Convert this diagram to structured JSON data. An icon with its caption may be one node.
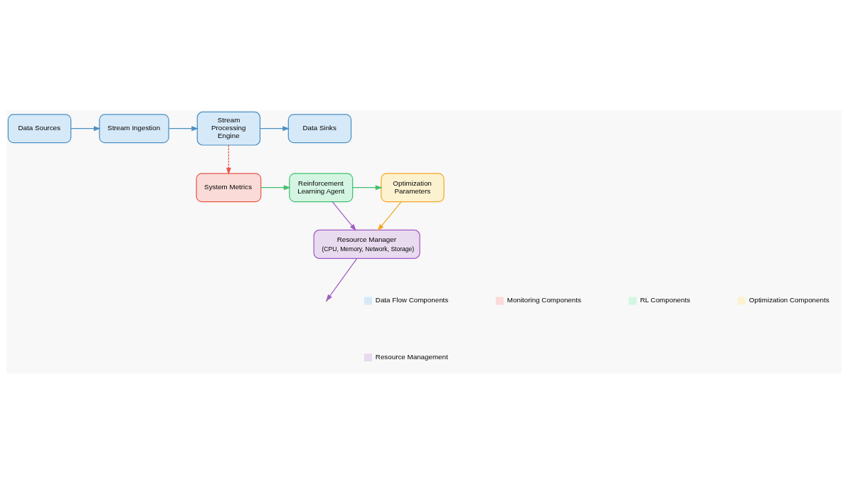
{
  "diagram": {
    "nodes": [
      {
        "text": [
          "Data Sources"
        ]
      },
      {
        "text": [
          "Stream Ingestion"
        ]
      },
      {
        "text": [
          "Stream Processing Engine"
        ]
      },
      {
        "text": [
          "Data Sinks"
        ]
      },
      {
        "text": [
          "System Metrics"
        ]
      },
      {
        "text": [
          "Reinforcement Learning Agent"
        ]
      },
      {
        "text": [
          "Optimization Parameters"
        ]
      },
      {
        "text": [
          "Resource Manager",
          "(CPU, Memory, Network, Storage)"
        ]
      }
    ],
    "edges": [
      {
        "from": 0,
        "to": 1,
        "arrow": "to"
      },
      {
        "from": 1,
        "to": 2,
        "arrow": "to"
      },
      {
        "from": 2,
        "to": 3,
        "arrow": "to"
      },
      {
        "from": 2,
        "to": 4,
        "arrow": "to",
        "style": "dashed",
        "color": "#e8574a"
      },
      {
        "from": 4,
        "to": 5,
        "arrow": "to",
        "color": "#3fbf6f"
      },
      {
        "from": 5,
        "to": 6,
        "arrow": "to",
        "color": "#3fbf6f"
      },
      {
        "from": 5,
        "to": 7,
        "arrow": "to",
        "color": "#a05cc0"
      },
      {
        "from": 6,
        "to": 7,
        "arrow": "to",
        "color": "#f5a623"
      },
      {
        "from": 7,
        "to": null,
        "arrow": "to",
        "color": "#a05cc0"
      }
    ],
    "legend": [
      {
        "text": "Data Flow Components",
        "color": "#d6e9f8"
      },
      {
        "text": "Monitoring Components",
        "color": "#fadbd8"
      },
      {
        "text": "RL Components",
        "color": "#d5f5e3"
      },
      {
        "text": "Optimization Components",
        "color": "#fdf2d0"
      },
      {
        "text": "Resource Management",
        "color": "#e8daef"
      }
    ]
  }
}
